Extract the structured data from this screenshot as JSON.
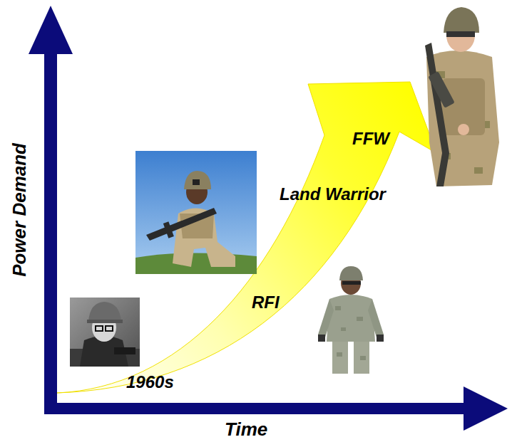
{
  "diagram": {
    "labels": [
      "Power Demand",
      "Time",
      "1960s",
      "RFI",
      "Land Warrior",
      "FFW"
    ]
  }
}
